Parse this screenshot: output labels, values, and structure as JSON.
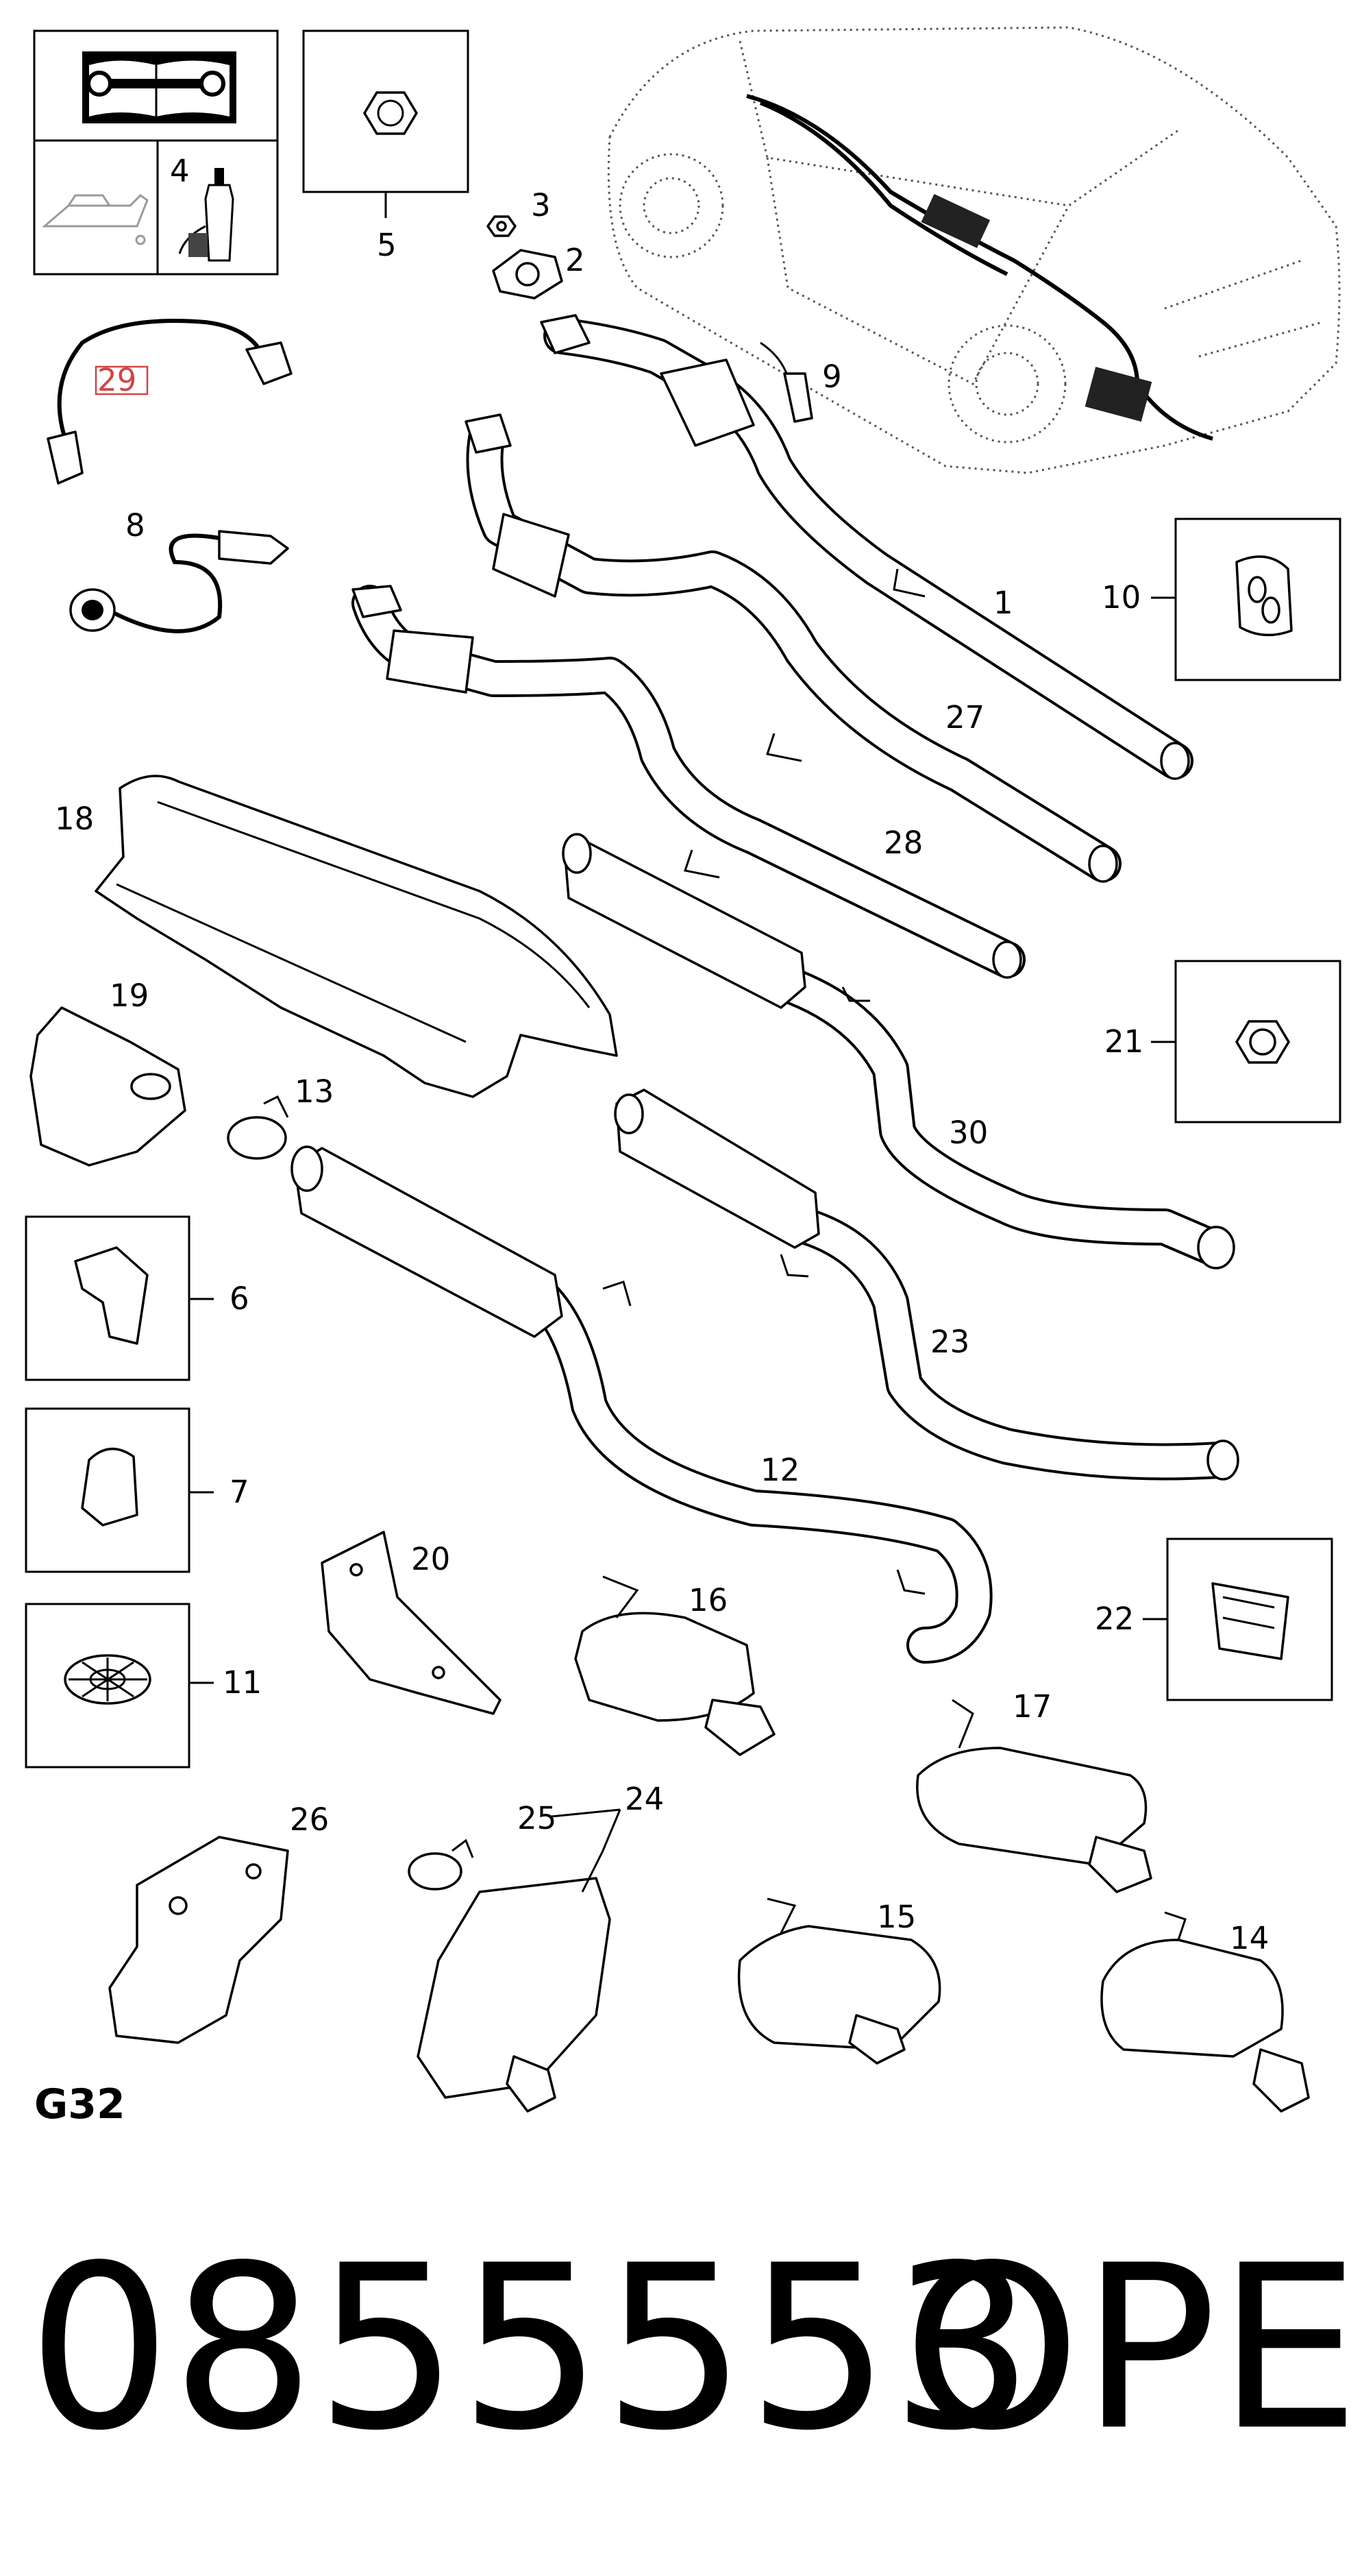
{
  "diagram": {
    "group_code": "G32",
    "part_number": "0855553",
    "brand": "OPEL",
    "highlighted_callout": "29",
    "highlight_color": "#d24444",
    "callouts": [
      "1",
      "2",
      "3",
      "4",
      "5",
      "6",
      "7",
      "8",
      "9",
      "10",
      "11",
      "12",
      "13",
      "14",
      "15",
      "16",
      "17",
      "18",
      "19",
      "20",
      "21",
      "22",
      "23",
      "24",
      "25",
      "26",
      "27",
      "28",
      "30"
    ],
    "icons": {
      "manual": "wrench-book-icon",
      "oil": "oil-can-icon",
      "sealant": "sealant-bottle-icon",
      "nut": "hex-nut-icon"
    }
  }
}
